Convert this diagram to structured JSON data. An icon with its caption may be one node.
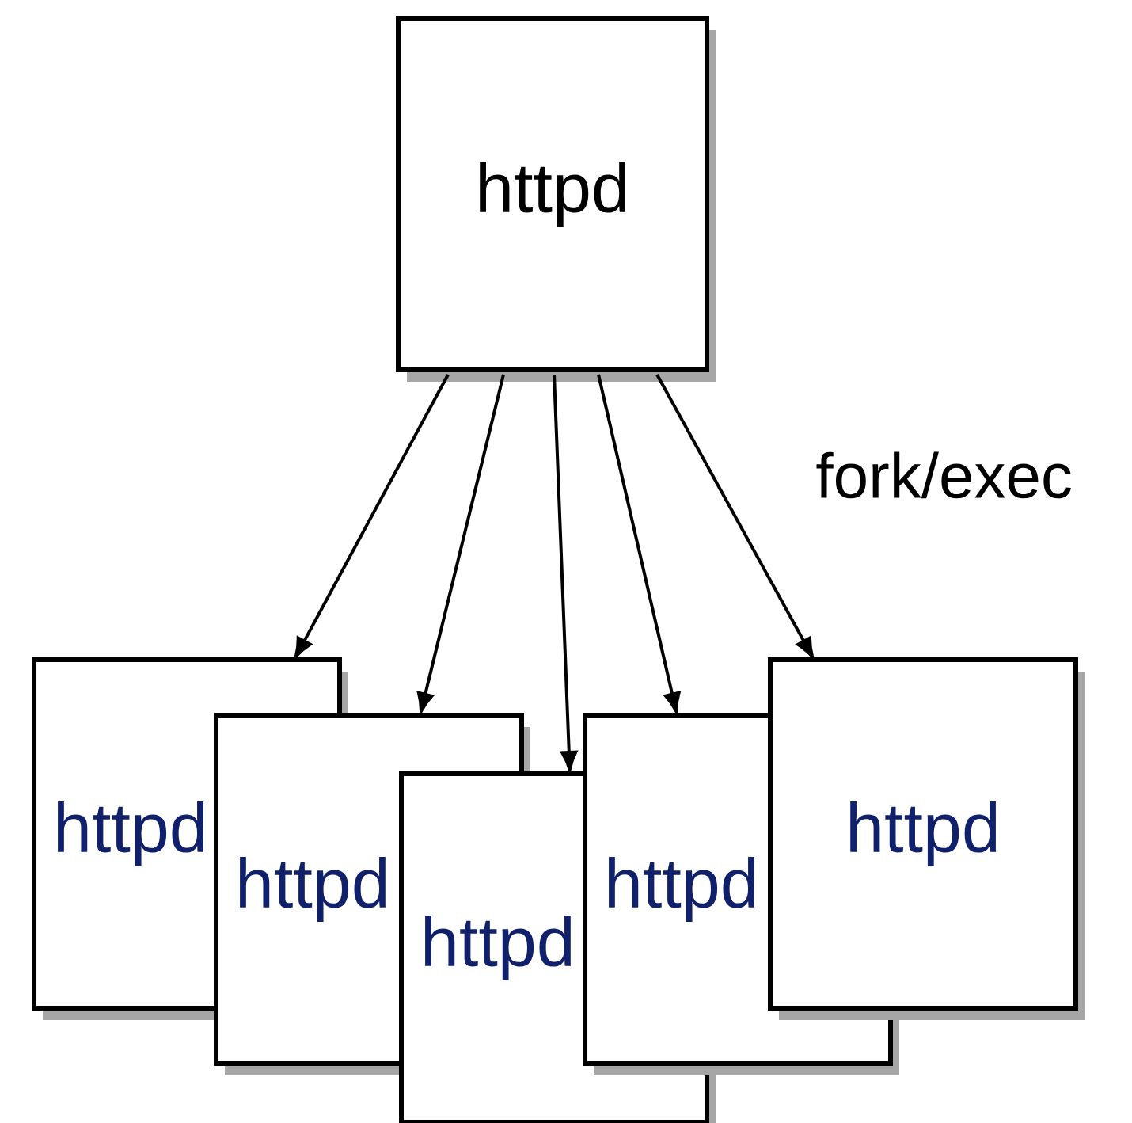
{
  "diagram": {
    "nodes": [
      {
        "text": [
          "httpd"
        ]
      },
      {
        "text": [
          "httpd"
        ]
      },
      {
        "text": [
          "httpd"
        ]
      },
      {
        "text": [
          "httpd"
        ]
      },
      {
        "text": [
          "httpd"
        ]
      },
      {
        "text": [
          "httpd"
        ]
      }
    ],
    "edges": [
      {
        "from": 0,
        "to": 1,
        "arrow": "to"
      },
      {
        "from": 0,
        "to": 2,
        "arrow": "to"
      },
      {
        "from": 0,
        "to": 3,
        "arrow": "to"
      },
      {
        "from": 0,
        "to": 4,
        "arrow": "to"
      },
      {
        "from": 0,
        "to": 5,
        "arrow": "to"
      }
    ],
    "labels": [
      "fork/exec"
    ]
  }
}
